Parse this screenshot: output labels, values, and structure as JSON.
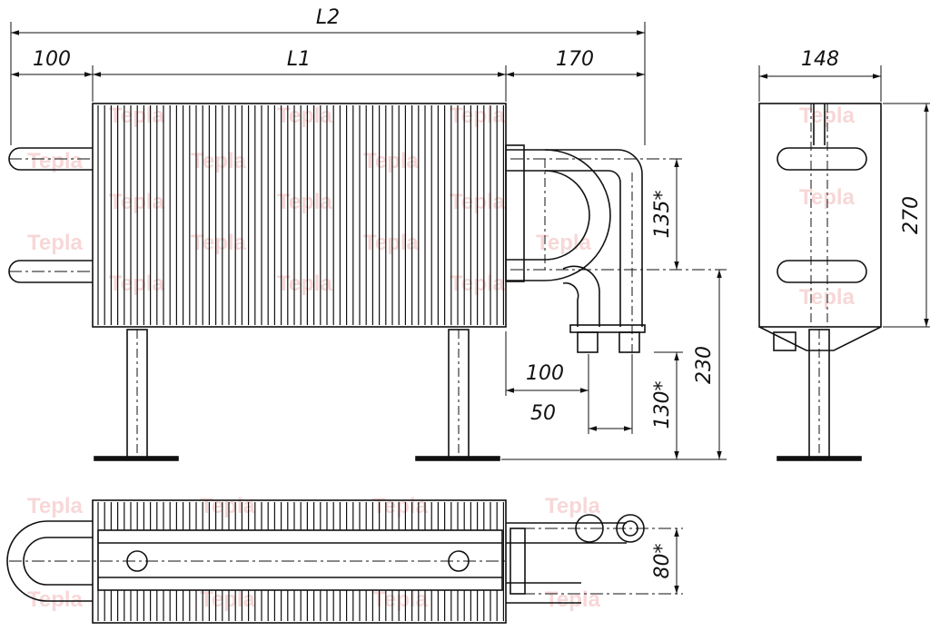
{
  "drawing": {
    "dimensions": {
      "overall_length": "L2",
      "body_length": "L1",
      "left_offset": "100",
      "right_offset": "170",
      "depth": "148",
      "height": "270",
      "pipe_spacing_front": "135*",
      "leg_height": "230",
      "outlet_offset_a": "100",
      "outlet_offset_b": "50",
      "outlet_height": "130*",
      "pipe_spacing_top": "80*"
    },
    "watermark": "Tepla"
  },
  "colors": {
    "line": "#111111",
    "watermark": "#f2b8b8"
  }
}
